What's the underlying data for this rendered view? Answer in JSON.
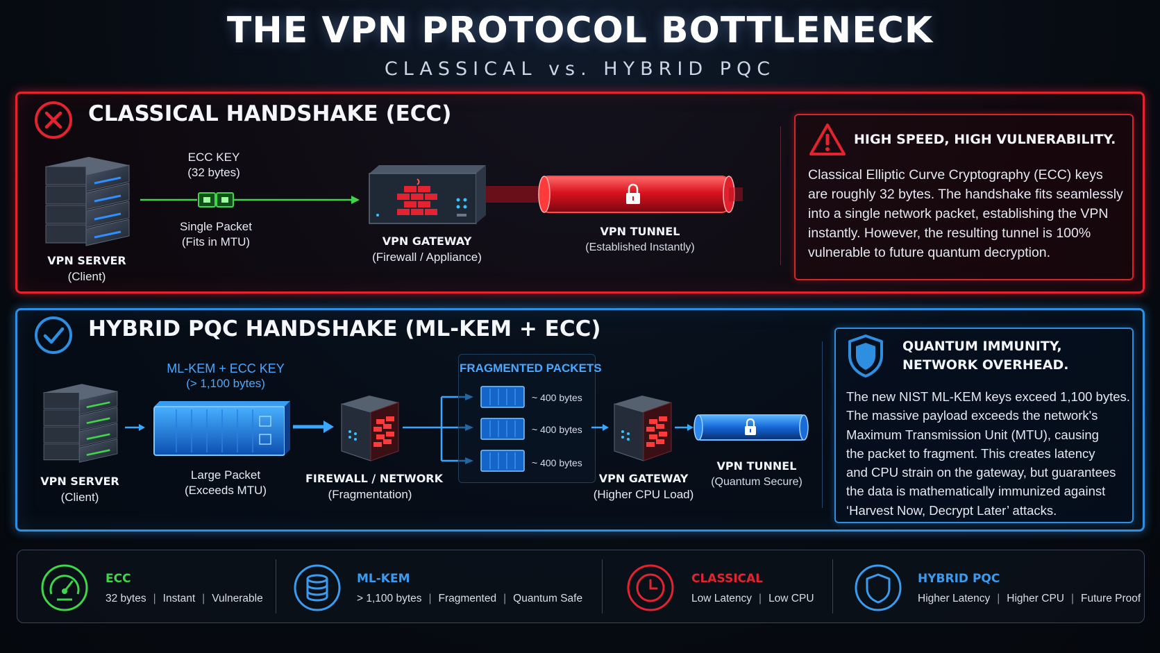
{
  "header": {
    "title": "THE VPN PROTOCOL BOTTLENECK",
    "subtitle": "CLASSICAL vs. HYBRID PQC"
  },
  "colors": {
    "classical_red": "#e3232f",
    "hybrid_blue": "#2e8fe0",
    "ecc_green": "#3fd64a",
    "highlight_blue": "#4aa6ff"
  },
  "classical": {
    "section_title": "CLASSICAL HANDSHAKE (ECC)",
    "section_icon": "x-circle-icon",
    "server": {
      "title": "VPN SERVER",
      "sub": "(Client)"
    },
    "key": {
      "title": "ECC KEY",
      "sub": "(32 bytes)"
    },
    "packet": {
      "title": "Single Packet",
      "sub": "(Fits in MTU)"
    },
    "gateway": {
      "title": "VPN GATEWAY",
      "sub": "(Firewall / Appliance)"
    },
    "tunnel": {
      "title": "VPN TUNNEL",
      "sub": "(Established Instantly)"
    },
    "callout": {
      "icon": "warning-triangle-icon",
      "heading": "HIGH SPEED, HIGH VULNERABILITY.",
      "body_lines": [
        "Classical Elliptic Curve Cryptography (ECC) keys",
        "are roughly 32 bytes. The handshake fits seamlessly",
        "into a single network packet, establishing the VPN",
        "instantly. However, the resulting tunnel is 100%",
        "vulnerable to future quantum decryption."
      ]
    }
  },
  "hybrid": {
    "section_title": "HYBRID PQC HANDSHAKE (ML-KEM + ECC)",
    "section_icon": "check-circle-icon",
    "server": {
      "title": "VPN SERVER",
      "sub": "(Client)"
    },
    "key": {
      "title": "ML-KEM + ECC KEY",
      "sub": "(> 1,100 bytes)"
    },
    "packet": {
      "title": "Large Packet",
      "sub": "(Exceeds MTU)"
    },
    "firewall": {
      "title": "FIREWALL / NETWORK",
      "sub": "(Fragmentation)"
    },
    "fragments": {
      "title": "FRAGMENTED PACKETS",
      "sizes": [
        "~ 400 bytes",
        "~ 400 bytes",
        "~ 400 bytes"
      ]
    },
    "gateway": {
      "title": "VPN GATEWAY",
      "sub": "(Higher CPU Load)"
    },
    "tunnel": {
      "title": "VPN TUNNEL",
      "sub": "(Quantum Secure)"
    },
    "callout": {
      "icon": "shield-icon",
      "heading_lines": [
        "QUANTUM IMMUNITY,",
        "NETWORK OVERHEAD."
      ],
      "body_lines": [
        "The new NIST ML-KEM keys exceed 1,100 bytes.",
        "The massive payload exceeds the network's",
        "Maximum Transmission Unit (MTU), causing",
        "the packet to fragment. This creates latency",
        "and CPU strain on the gateway, but guarantees",
        "the data is mathematically immunized against",
        "‘Harvest Now, Decrypt Later’ attacks."
      ]
    }
  },
  "legend": [
    {
      "name": "ECC",
      "icon": "speedometer-icon",
      "color": "#3fd64a",
      "items": [
        "32 bytes",
        "Instant",
        "Vulnerable"
      ]
    },
    {
      "name": "ML-KEM",
      "icon": "database-icon",
      "color": "#3a9cf0",
      "items": [
        "> 1,100 bytes",
        "Fragmented",
        "Quantum Safe"
      ]
    },
    {
      "name": "CLASSICAL",
      "icon": "clock-icon",
      "color": "#e3232f",
      "items": [
        "Low Latency",
        "Low CPU"
      ]
    },
    {
      "name": "HYBRID PQC",
      "icon": "shield-icon",
      "color": "#3a9cf0",
      "items": [
        "Higher Latency",
        "Higher CPU",
        "Future Proof"
      ]
    }
  ]
}
